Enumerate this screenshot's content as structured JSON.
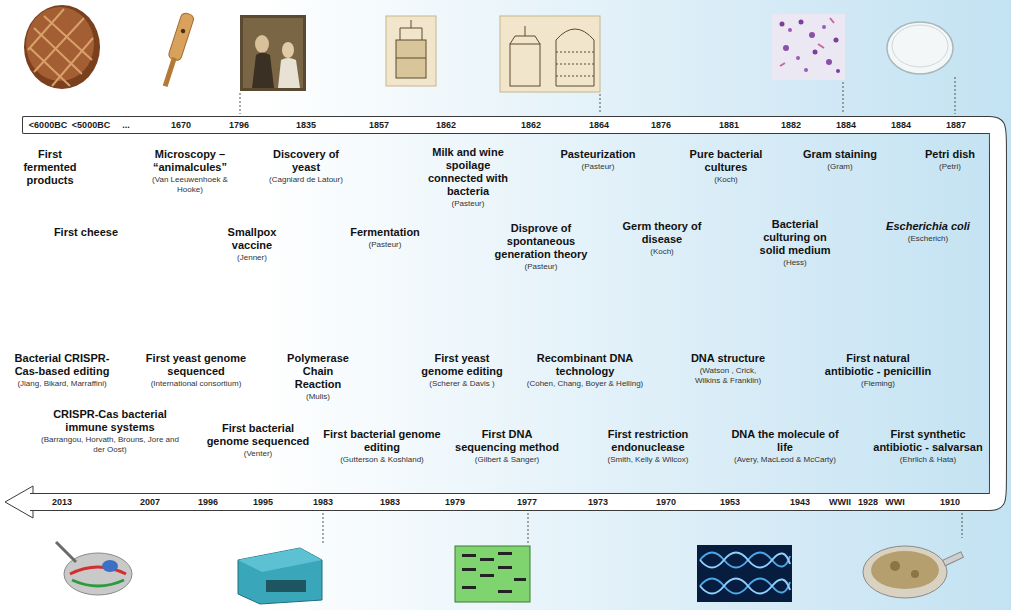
{
  "diagram": {
    "nodes": [
      {
        "text": [
          "<6000BC",
          "<5000BC",
          "...",
          "1670",
          "1796",
          "1835",
          "1857",
          "1862",
          "1862",
          "1864",
          "1876",
          "1881",
          "1882",
          "1884",
          "1884",
          "1887"
        ]
      },
      {
        "text": [
          "2013",
          "2007",
          "1996",
          "1995",
          "1983",
          "1983",
          "1979",
          "1977",
          "1973",
          "1970",
          "1953",
          "1943",
          "WWII",
          "1928",
          "WWI",
          "1910"
        ]
      }
    ],
    "edges": [
      {
        "from": 0,
        "to": 1,
        "arrow": "none"
      }
    ],
    "labels": [
      "First fermented products",
      "First cheese",
      "Microscopy – “animalcules”",
      "(Van Leeuwenhoek & Hooke)",
      "Smallpox vaccine",
      "(Jenner)",
      "Discovery of yeast",
      "(Cagniard de Latour)",
      "Fermentation",
      "(Pasteur)",
      "Milk and wine spoilage connected with bacteria",
      "(Pasteur)",
      "Disprove of spontaneous generation theory",
      "(Pasteur)",
      "Pasteurization",
      "(Pasteur)",
      "Germ theory of disease",
      "(Koch)",
      "Pure bacterial cultures",
      "(Koch)",
      "Bacterial culturing on solid medium",
      "(Hess)",
      "Gram staining",
      "(Gram)",
      "Escherichia coli",
      "(Escherich)",
      "Petri dish",
      "(Petri)",
      "Bacterial CRISPR-Cas-based editing",
      "(Jiang, Bikard, Marraffini)",
      "CRISPR-Cas bacterial immune systems",
      "(Barrangou, Horvath, Brouns, Jore and der Oost)",
      "First yeast genome sequenced",
      "(International consortium)",
      "First bacterial genome sequenced",
      "(Venter)",
      "Polymerase Chain Reaction",
      "(Mulis)",
      "First bacterial genome editing",
      "(Gutterson & Koshland)",
      "First yeast genome editing",
      "(Scherer & Davis )",
      "First DNA sequencing method",
      "(Gilbert & Sanger)",
      "Recombinant DNA technology",
      "(Cohen, Chang, Boyer & Helling)",
      "First restriction endonuclease",
      "(Smith, Kelly & Wilcox)",
      "DNA structure",
      "(Watson , Crick, Wilkins & Franklin)",
      "DNA the molecule of life",
      "(Avery, MacLeod & McCarty)",
      "First natural antibiotic - penicillin",
      "(Fleming)",
      "First synthetic antibiotic - salvarsan",
      "(Ehrlich & Hata)"
    ]
  }
}
